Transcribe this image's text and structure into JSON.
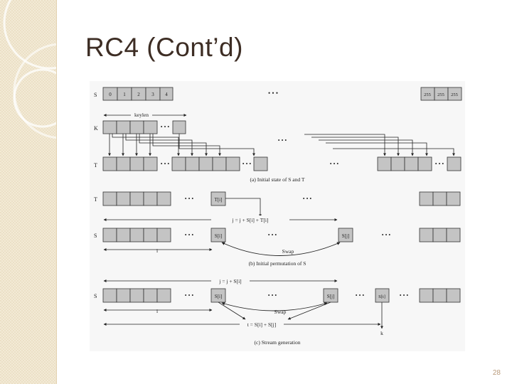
{
  "slide": {
    "title": "RC4 (Cont’d)",
    "page_number": "28"
  },
  "figure": {
    "row_labels": {
      "s": "S",
      "k": "K",
      "t": "T"
    },
    "s_initial_cells": [
      "0",
      "1",
      "2",
      "3",
      "4"
    ],
    "s_end_cells": [
      "255",
      "255",
      "255"
    ],
    "keylen_label": "keylen",
    "ellipsis": "• • •",
    "caption_a": "(a) Initial state of S and T",
    "caption_b": "(b) Initial permutation of S",
    "caption_c": "(c) Stream generation",
    "t_i": "T[i]",
    "s_i": "S[i]",
    "s_j": "S[j]",
    "s_t": "S[t]",
    "eq_b": "j = j + S[i] + T[i]",
    "eq_c": "j = j + S[i]",
    "eq_t": "t = S[i] + S[j]",
    "swap": "Swap",
    "i_label": "i",
    "k_label": "k"
  },
  "colors": {
    "cell_fill": "#c4c4c4",
    "band": "#f3ead6",
    "title": "#3d2d24"
  }
}
